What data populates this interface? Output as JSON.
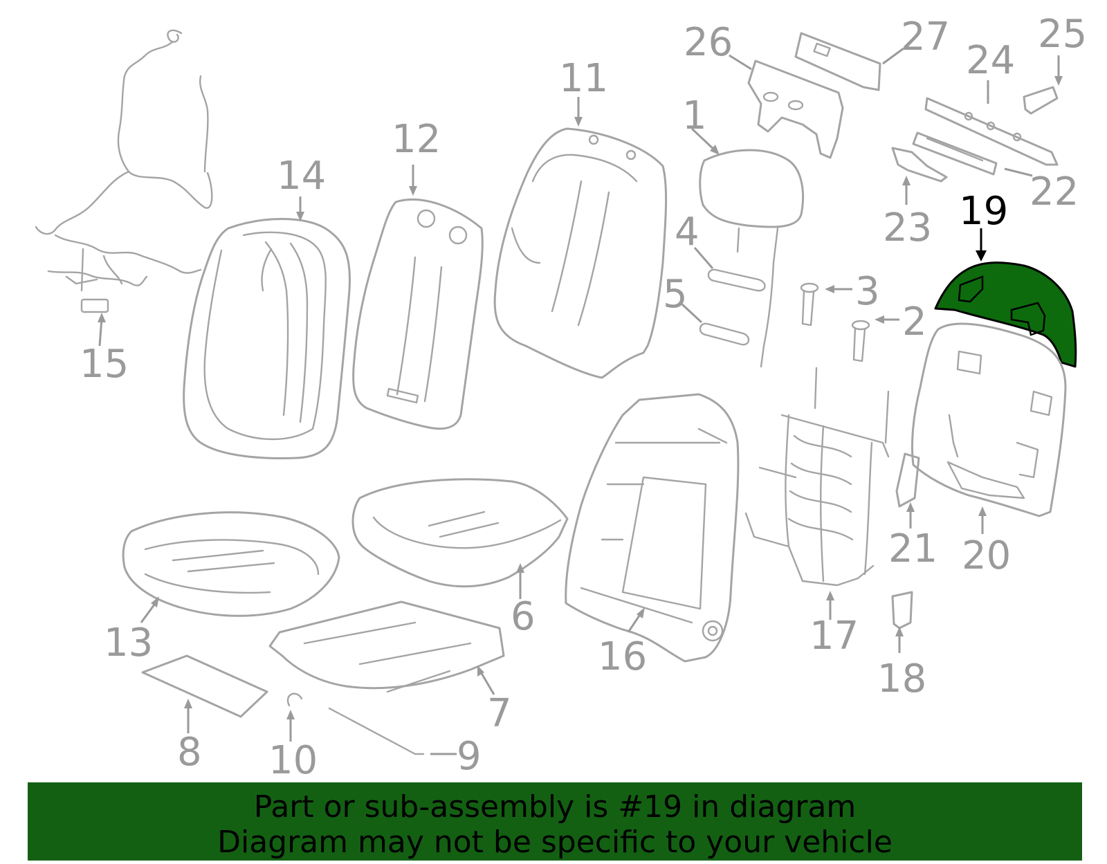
{
  "diagram": {
    "callouts": {
      "c1": "1",
      "c2": "2",
      "c3": "3",
      "c4": "4",
      "c5": "5",
      "c6": "6",
      "c7": "7",
      "c8": "8",
      "c9": "9",
      "c10": "10",
      "c11": "11",
      "c12": "12",
      "c13": "13",
      "c14": "14",
      "c15": "15",
      "c16": "16",
      "c17": "17",
      "c18": "18",
      "c19": "19",
      "c20": "20",
      "c21": "21",
      "c22": "22",
      "c23": "23",
      "c24": "24",
      "c25": "25",
      "c26": "26",
      "c27": "27"
    },
    "highlighted_part": "19",
    "colors": {
      "highlight_fill": "#0d6b0d",
      "banner_background": "#136013",
      "part_outline": "#a4a4a4",
      "callout_text": "#9a9a9a"
    }
  },
  "footer": {
    "line1": "Part or sub-assembly is #19 in diagram",
    "line2": "Diagram may not be specific to your vehicle"
  }
}
